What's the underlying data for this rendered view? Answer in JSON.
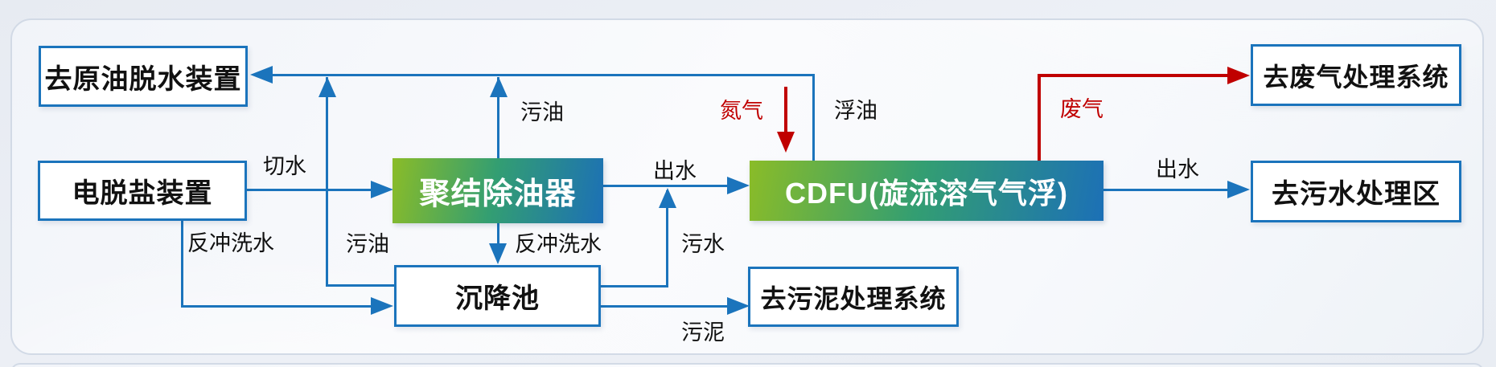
{
  "colors": {
    "line_blue": "#1b74bc",
    "line_red": "#c00000",
    "gradient_green": "#8abc28",
    "gradient_blue": "#1c70b6"
  },
  "boxes": {
    "crude_dewatering": {
      "label": "去原油脱水装置"
    },
    "desalting": {
      "label": "电脱盐装置"
    },
    "coalescer": {
      "label": "聚结除油器"
    },
    "settling_tank": {
      "label": "沉降池"
    },
    "cdfu": {
      "label": "CDFU(旋流溶气气浮)"
    },
    "sludge_treatment": {
      "label": "去污泥处理系统"
    },
    "waste_gas_treatment": {
      "label": "去废气处理系统"
    },
    "wastewater_area": {
      "label": "去污水处理区"
    }
  },
  "flow_labels": {
    "qieshui": "切水",
    "wuyou_left": "污油",
    "wuyou_top": "污油",
    "fanchongxishui_left": "反冲洗水",
    "fanchongxishui_mid": "反冲洗水",
    "chushui_1": "出水",
    "wushui": "污水",
    "wuni": "污泥",
    "danqi": "氮气",
    "fuyou": "浮油",
    "feiqi": "废气",
    "chushui_2": "出水"
  }
}
